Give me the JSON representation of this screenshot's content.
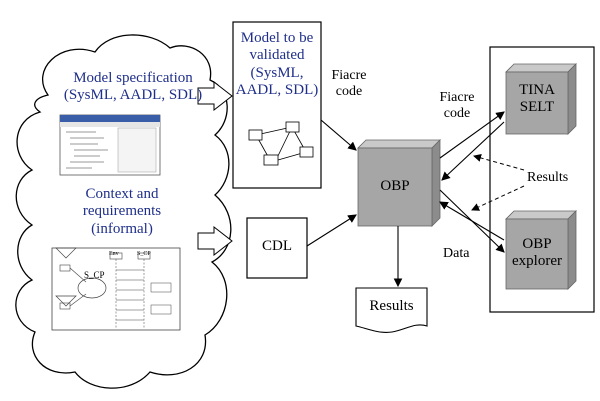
{
  "cloud": {
    "model_spec": [
      "Model specification",
      "(SysML, AADL, SDL)"
    ],
    "context": [
      "Context and",
      "requirements",
      "(informal)"
    ]
  },
  "validated": [
    "Model to be",
    "validated",
    "(SysML,",
    "AADL, SDL)"
  ],
  "fiacre_code_1": [
    "Fiacre",
    "code"
  ],
  "fiacre_code_2": [
    "Fiacre",
    "code"
  ],
  "cdl": "CDL",
  "obp": "OBP",
  "results_doc": "Results",
  "tina": [
    "TINA",
    "SELT"
  ],
  "obp_explorer": [
    "OBP",
    "explorer"
  ],
  "results_label": "Results",
  "data_label": "Data",
  "seq_thumb": {
    "lifeline_left": "S_CP",
    "box_left": "Env",
    "box_right": "S_CP"
  },
  "colors": {
    "cloud_fill": "#ffffff",
    "cube_face": "#a6a6a6",
    "cube_top": "#c9c9c9",
    "cube_side": "#8c8c8c",
    "title_blue": "#1f2f8a"
  }
}
